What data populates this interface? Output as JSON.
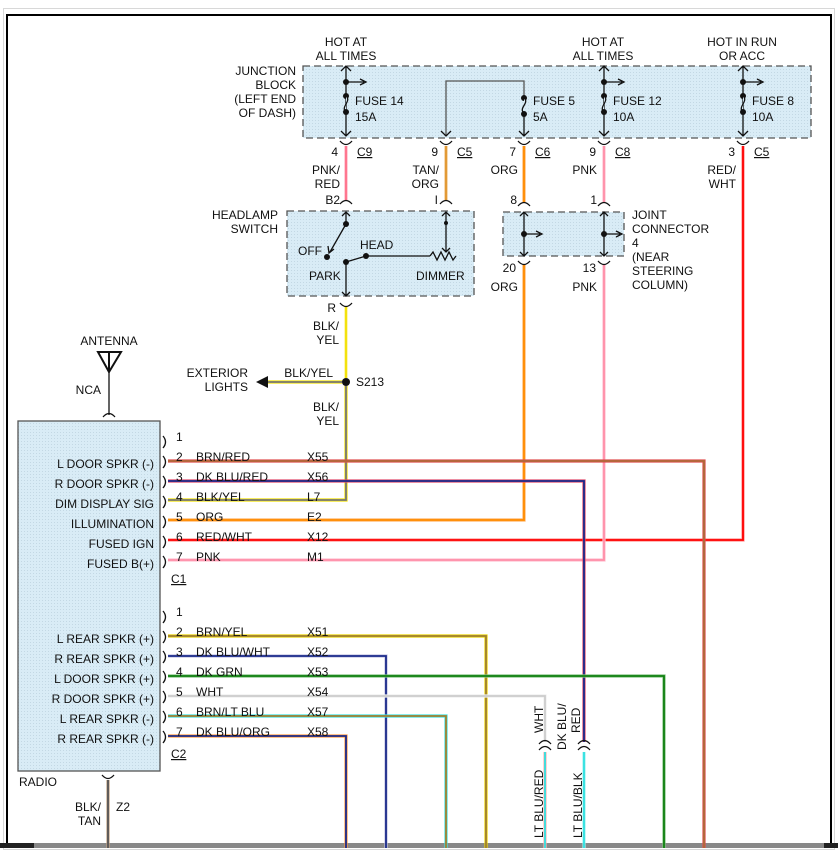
{
  "junction_block": {
    "label": [
      "JUNCTION",
      "BLOCK",
      "(LEFT END",
      "OF DASH)"
    ],
    "fuses": [
      {
        "id": "fuse14",
        "supply": [
          "HOT AT",
          "ALL TIMES"
        ],
        "name": "FUSE 14",
        "rating": "15A",
        "pin": "4",
        "connector": "C9",
        "wire": [
          "PNK/",
          "RED"
        ],
        "color": "#ff6f8a"
      },
      {
        "id": "fuse5",
        "supply": [],
        "name": "FUSE 5",
        "rating": "5A",
        "pin": "7",
        "connector": "C6",
        "wire": [
          "ORG"
        ],
        "color": "#ff8c00"
      },
      {
        "id": "fuse12",
        "supply": [
          "HOT AT",
          "ALL TIMES"
        ],
        "name": "FUSE 12",
        "rating": "10A",
        "pin": "9",
        "connector": "C8",
        "wire": [
          "PNK"
        ],
        "color": "#ff8fa8"
      },
      {
        "id": "fuse8",
        "supply": [
          "HOT IN RUN",
          "OR ACC"
        ],
        "name": "FUSE 8",
        "rating": "10A",
        "pin": "3",
        "connector": "C5",
        "wire": [
          "RED/",
          "WHT"
        ],
        "color": "#ff0000"
      }
    ],
    "dimmer_feed": {
      "pin": "9",
      "connector": "C5",
      "wire": [
        "TAN/",
        "ORG"
      ],
      "color": "#e0962e"
    }
  },
  "headlamp_switch": {
    "label": [
      "HEADLAMP",
      "SWITCH"
    ],
    "pin_in": "B2",
    "pin_dimmer": "I",
    "pin_out": "R",
    "positions": {
      "off": "OFF",
      "head": "HEAD",
      "park": "PARK"
    },
    "dimmer": "DIMMER",
    "out_wire": [
      "BLK/",
      "YEL"
    ]
  },
  "joint_connector": {
    "label": [
      "JOINT",
      "CONNECTOR",
      "4",
      "(NEAR",
      "STEERING",
      "COLUMN)"
    ],
    "pins_top": [
      "8",
      "1"
    ],
    "pins_bottom": [
      "20",
      "13"
    ],
    "wires": [
      "ORG",
      "PNK"
    ]
  },
  "splice": {
    "id": "S213",
    "branch_label": "BLK/YEL",
    "destination": [
      "EXTERIOR",
      "LIGHTS"
    ],
    "below_wire": [
      "BLK/",
      "YEL"
    ]
  },
  "antenna": {
    "label": "ANTENNA",
    "circuit": "NCA"
  },
  "radio": {
    "label": "RADIO",
    "c1": {
      "name": "C1",
      "pins": [
        {
          "pin": "1",
          "func": "",
          "wire": "",
          "circuit": ""
        },
        {
          "pin": "2",
          "func": "L DOOR SPKR (-)",
          "wire": "BRN/RED",
          "circuit": "X55"
        },
        {
          "pin": "3",
          "func": "R DOOR SPKR (-)",
          "wire": "DK BLU/RED",
          "circuit": "X56"
        },
        {
          "pin": "4",
          "func": "DIM DISPLAY SIG",
          "wire": "BLK/YEL",
          "circuit": "L7"
        },
        {
          "pin": "5",
          "func": "ILLUMINATION",
          "wire": "ORG",
          "circuit": "E2"
        },
        {
          "pin": "6",
          "func": "FUSED IGN",
          "wire": "RED/WHT",
          "circuit": "X12"
        },
        {
          "pin": "7",
          "func": "FUSED B(+)",
          "wire": "PNK",
          "circuit": "M1"
        }
      ]
    },
    "c2": {
      "name": "C2",
      "pins": [
        {
          "pin": "1",
          "func": "",
          "wire": "",
          "circuit": ""
        },
        {
          "pin": "2",
          "func": "L REAR SPKR (+)",
          "wire": "BRN/YEL",
          "circuit": "X51"
        },
        {
          "pin": "3",
          "func": "R REAR SPKR (+)",
          "wire": "DK BLU/WHT",
          "circuit": "X52"
        },
        {
          "pin": "4",
          "func": "L DOOR SPKR (+)",
          "wire": "DK GRN",
          "circuit": "X53"
        },
        {
          "pin": "5",
          "func": "R DOOR SPKR (+)",
          "wire": "WHT",
          "circuit": "X54"
        },
        {
          "pin": "6",
          "func": "L REAR SPKR (-)",
          "wire": "BRN/LT BLU",
          "circuit": "X57"
        },
        {
          "pin": "7",
          "func": "R REAR SPKR (-)",
          "wire": "DK BLU/ORG",
          "circuit": "X58"
        }
      ]
    },
    "ground": {
      "wire": [
        "BLK/",
        "TAN"
      ],
      "circuit": "Z2"
    }
  },
  "inline_connectors": [
    {
      "upper_wire": "WHT",
      "lower_wire": "LT BLU/RED"
    },
    {
      "upper_wire": [
        "DK BLU/",
        "RED"
      ],
      "lower_wire": "LT BLU/BLK"
    }
  ],
  "wire_colors": {
    "brn_red": [
      "#b06a3a",
      "#e05050"
    ],
    "dk_blu_red": [
      "#1a2a8a",
      "#e04a6a"
    ],
    "blk_yel": [
      "#777777",
      "#f0e000"
    ],
    "org": [
      "#ff8c00",
      "#ffb060"
    ],
    "red_wht": [
      "#ff0000",
      "#ff9090"
    ],
    "pnk": [
      "#ff8fa8",
      "#ffc0d0"
    ],
    "brn_yel": [
      "#a08030",
      "#e8d000"
    ],
    "dk_blu_wht": [
      "#1a2a8a",
      "#c0c0e0"
    ],
    "dk_grn": [
      "#108010",
      "#80c080"
    ],
    "wht": [
      "#cccccc",
      "#eeeeee"
    ],
    "brn_lt_blu": [
      "#a08030",
      "#40e0e0"
    ],
    "dk_blu_org": [
      "#1a2a8a",
      "#ff9a40"
    ],
    "lt_blu": "#30e0e0",
    "blk_tan": [
      "#555555",
      "#c0a080"
    ]
  }
}
